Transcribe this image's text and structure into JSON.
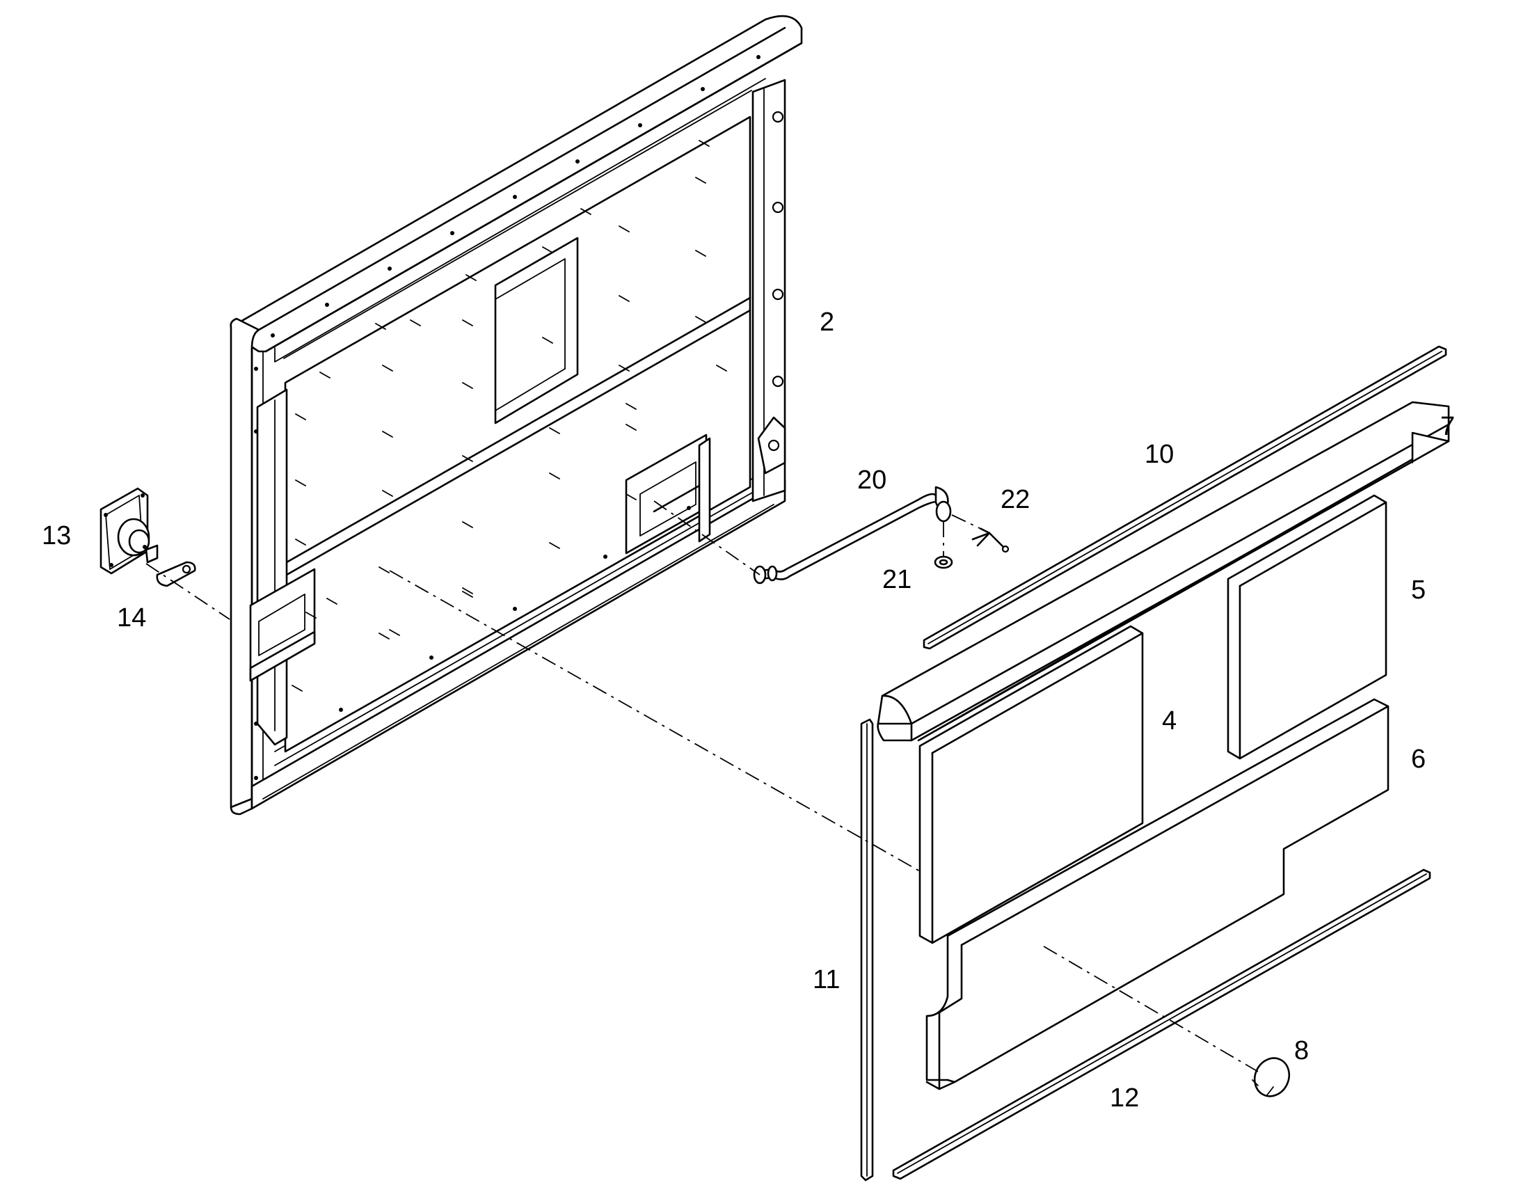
{
  "labels": {
    "door_frame": "2",
    "insulation_left": "4",
    "insulation_right": "5",
    "insulation_bottom": "6",
    "top_cap": "7",
    "knob": "8",
    "top_seal": "10",
    "side_seal": "11",
    "bottom_seal": "12",
    "latch_housing": "13",
    "latch_clip": "14",
    "latch_rod": "20",
    "rod_washer": "21",
    "cotter_pin": "22"
  }
}
